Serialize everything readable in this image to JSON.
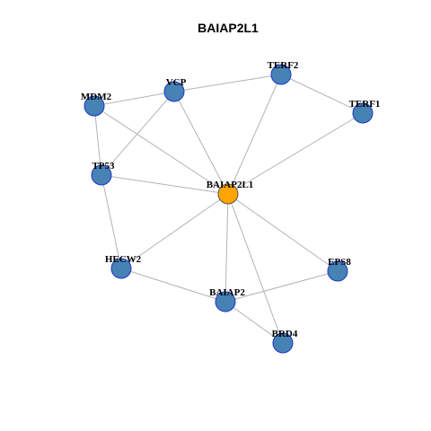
{
  "title": "BAIAP2L1",
  "colors": {
    "node_fill": "#4682b4",
    "node_stroke": "#1f35c8",
    "center_fill": "#ffa500",
    "center_stroke": "#555555",
    "edge": "#b3b3b3"
  },
  "nodes": [
    {
      "id": "BAIAP2L1",
      "label": "BAIAP2L1",
      "center": true
    },
    {
      "id": "VCP",
      "label": "VCP"
    },
    {
      "id": "TERF2",
      "label": "TERF2"
    },
    {
      "id": "MDM2",
      "label": "MDM2"
    },
    {
      "id": "TERF1",
      "label": "TERF1"
    },
    {
      "id": "TP53",
      "label": "TP53"
    },
    {
      "id": "HECW2",
      "label": "HECW2"
    },
    {
      "id": "EPS8",
      "label": "EPS8"
    },
    {
      "id": "BAIAP2",
      "label": "BAIAP2"
    },
    {
      "id": "BRD4",
      "label": "BRD4"
    }
  ],
  "edges": [
    [
      "MDM2",
      "VCP"
    ],
    [
      "VCP",
      "TERF2"
    ],
    [
      "TERF2",
      "TERF1"
    ],
    [
      "MDM2",
      "TP53"
    ],
    [
      "VCP",
      "TP53"
    ],
    [
      "MDM2",
      "BAIAP2L1"
    ],
    [
      "VCP",
      "BAIAP2L1"
    ],
    [
      "TERF2",
      "BAIAP2L1"
    ],
    [
      "TERF1",
      "BAIAP2L1"
    ],
    [
      "TP53",
      "BAIAP2L1"
    ],
    [
      "TP53",
      "HECW2"
    ],
    [
      "HECW2",
      "BAIAP2L1"
    ],
    [
      "HECW2",
      "BAIAP2"
    ],
    [
      "BAIAP2",
      "BAIAP2L1"
    ],
    [
      "BAIAP2",
      "EPS8"
    ],
    [
      "BAIAP2",
      "BRD4"
    ],
    [
      "EPS8",
      "BAIAP2L1"
    ],
    [
      "BRD4",
      "BAIAP2L1"
    ]
  ]
}
